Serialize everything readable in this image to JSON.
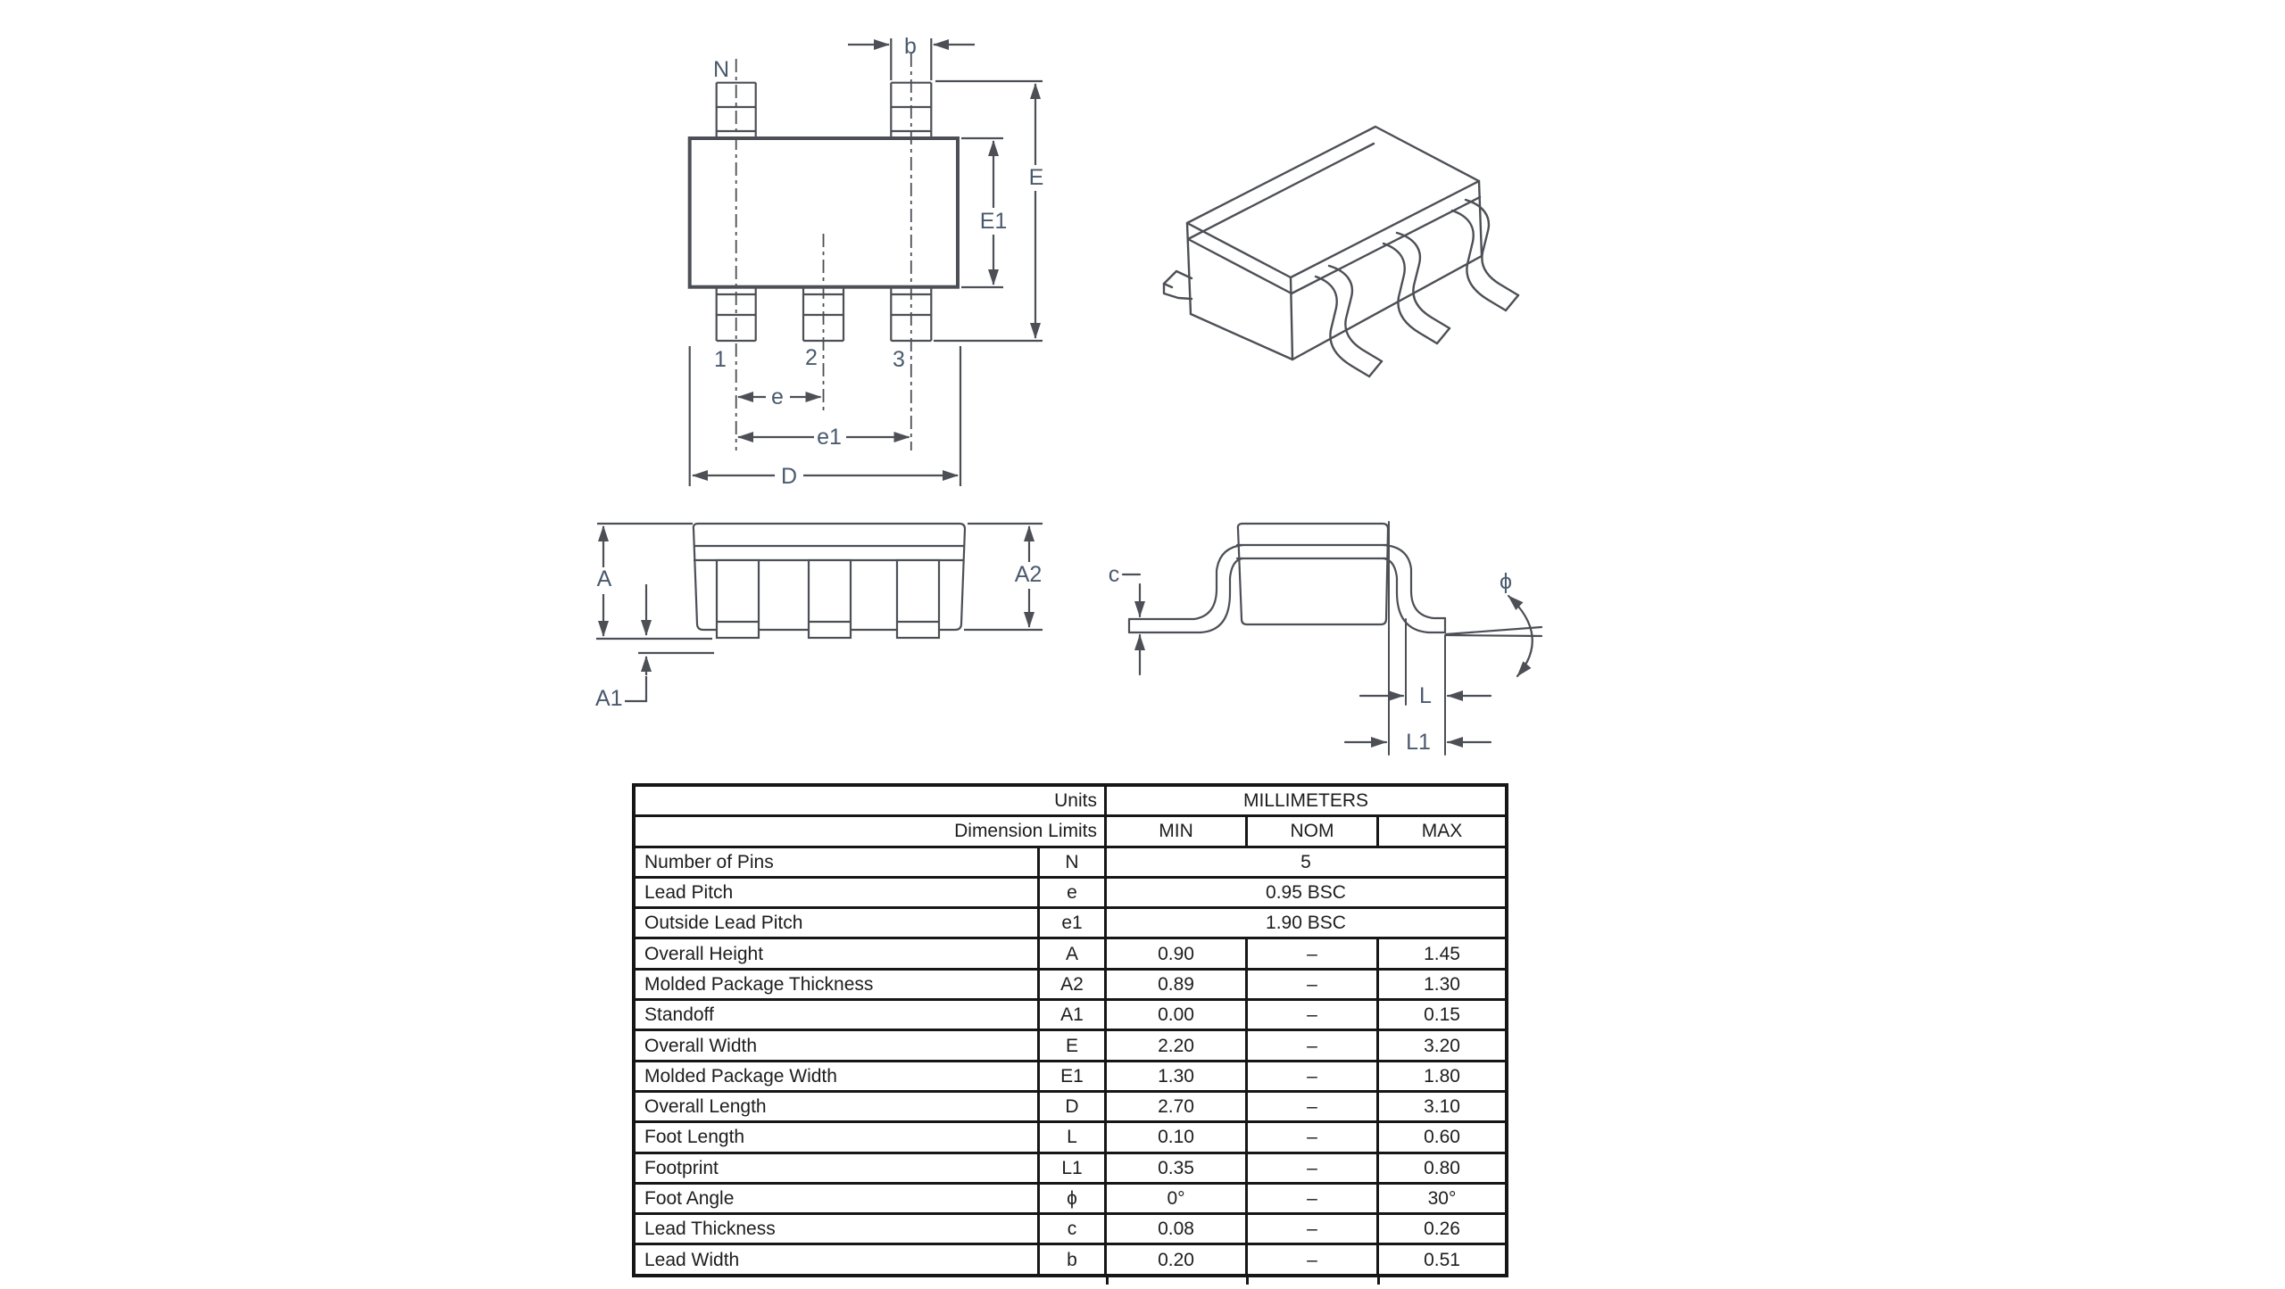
{
  "colors": {
    "line": "#4c4f55",
    "label": "#4a5a6d",
    "table_border": "#161616",
    "table_text": "#1d1d1d",
    "background": "#ffffff"
  },
  "labels": {
    "top_view": {
      "pin_n": "N",
      "dim_b": "b",
      "dim_E": "E",
      "dim_E1": "E1",
      "pin1": "1",
      "pin2": "2",
      "pin3": "3",
      "dim_e": "e",
      "dim_e1": "e1",
      "dim_D": "D"
    },
    "side_view": {
      "dim_A": "A",
      "dim_A1": "A1",
      "dim_A2": "A2"
    },
    "detail_view": {
      "dim_c": "c",
      "dim_phi": "ϕ",
      "dim_L": "L",
      "dim_L1": "L1"
    }
  },
  "table": {
    "header": {
      "units_label": "Units",
      "units_value": "MILLIMETERS",
      "limits_label": "Dimension Limits",
      "min": "MIN",
      "nom": "NOM",
      "max": "MAX"
    },
    "rows": [
      {
        "name": "Number of Pins",
        "symbol": "N",
        "span": "5"
      },
      {
        "name": "Lead Pitch",
        "symbol": "e",
        "span": "0.95 BSC"
      },
      {
        "name": "Outside Lead Pitch",
        "symbol": "e1",
        "span": "1.90 BSC"
      },
      {
        "name": "Overall Height",
        "symbol": "A",
        "min": "0.90",
        "nom": "–",
        "max": "1.45"
      },
      {
        "name": "Molded Package Thickness",
        "symbol": "A2",
        "min": "0.89",
        "nom": "–",
        "max": "1.30"
      },
      {
        "name": "Standoff",
        "symbol": "A1",
        "min": "0.00",
        "nom": "–",
        "max": "0.15"
      },
      {
        "name": "Overall Width",
        "symbol": "E",
        "min": "2.20",
        "nom": "–",
        "max": "3.20"
      },
      {
        "name": "Molded Package Width",
        "symbol": "E1",
        "min": "1.30",
        "nom": "–",
        "max": "1.80"
      },
      {
        "name": "Overall Length",
        "symbol": "D",
        "min": "2.70",
        "nom": "–",
        "max": "3.10"
      },
      {
        "name": "Foot Length",
        "symbol": "L",
        "min": "0.10",
        "nom": "–",
        "max": "0.60"
      },
      {
        "name": "Footprint",
        "symbol": "L1",
        "min": "0.35",
        "nom": "–",
        "max": "0.80"
      },
      {
        "name": "Foot Angle",
        "symbol": "ϕ",
        "min": "0°",
        "nom": "–",
        "max": "30°"
      },
      {
        "name": "Lead Thickness",
        "symbol": "c",
        "min": "0.08",
        "nom": "–",
        "max": "0.26"
      },
      {
        "name": "Lead Width",
        "symbol": "b",
        "min": "0.20",
        "nom": "–",
        "max": "0.51"
      }
    ]
  }
}
